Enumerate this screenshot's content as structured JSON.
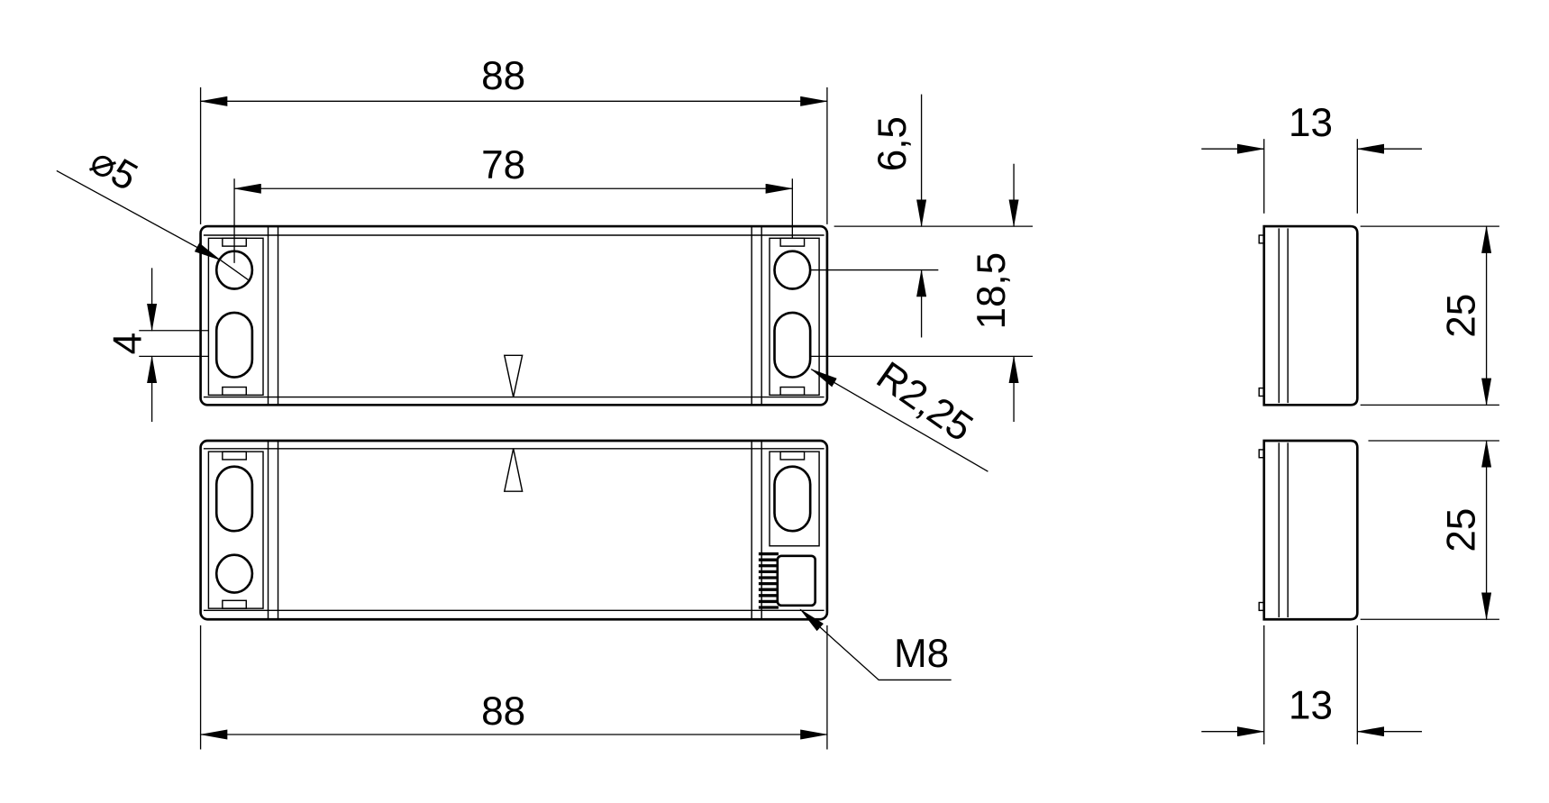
{
  "drawing": {
    "line_color": "#000000",
    "background": "#ffffff",
    "dimensions": {
      "overall_length_top": "88",
      "hole_spacing": "78",
      "hole_diameter": "⌀5",
      "slot_width": "4",
      "hole_offset": "6,5",
      "slot_offset": "18,5",
      "slot_radius": "R2,25",
      "connector": "M8",
      "overall_length_bottom": "88",
      "side_thickness_top": "13",
      "side_height_top": "25",
      "side_height_bottom": "25",
      "side_thickness_bottom": "13"
    }
  }
}
